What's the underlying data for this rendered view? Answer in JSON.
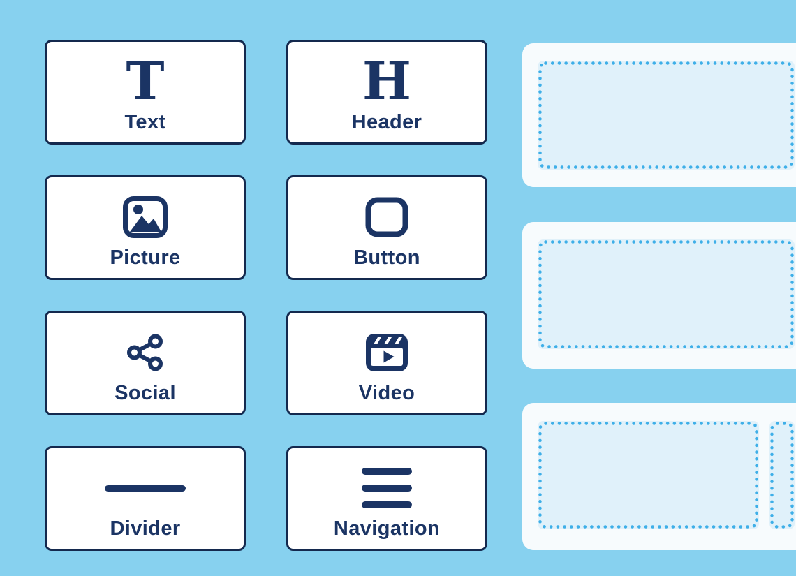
{
  "palette": {
    "items": [
      {
        "label": "Text",
        "icon": "text-icon",
        "glyph": "T"
      },
      {
        "label": "Header",
        "icon": "header-icon",
        "glyph": "H"
      },
      {
        "label": "Picture",
        "icon": "picture-icon"
      },
      {
        "label": "Button",
        "icon": "button-icon"
      },
      {
        "label": "Social",
        "icon": "social-icon"
      },
      {
        "label": "Video",
        "icon": "video-icon"
      },
      {
        "label": "Divider",
        "icon": "divider-icon"
      },
      {
        "label": "Navigation",
        "icon": "navigation-icon"
      }
    ]
  },
  "canvas": {
    "rows": [
      {
        "name": "row-1",
        "drop_zones": 1
      },
      {
        "name": "row-2",
        "drop_zones": 1
      },
      {
        "name": "row-3",
        "drop_zones": 2
      }
    ]
  },
  "colors": {
    "background": "#87d1ef",
    "navy": "#1b3464",
    "card_border": "#14294e",
    "card_bg": "#ffffff",
    "panel_bg": "#f7fbfd",
    "dropzone_bg": "#e0f1fa",
    "dropzone_dot": "#3eafe8"
  }
}
